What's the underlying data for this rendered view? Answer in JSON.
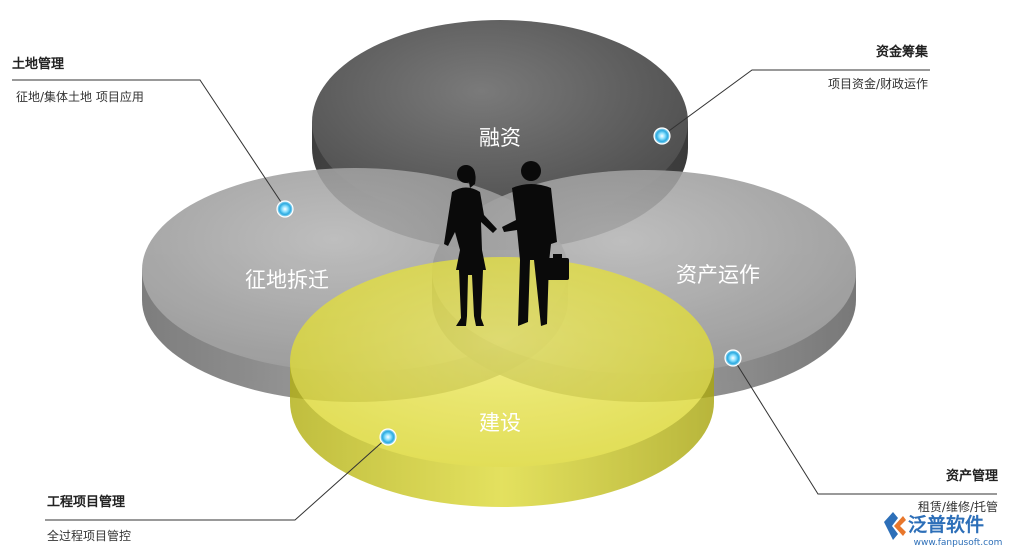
{
  "discs": {
    "finance": {
      "label": "融资"
    },
    "land": {
      "label": "征地拆迁"
    },
    "asset": {
      "label": "资产运作"
    },
    "build": {
      "label": "建设"
    }
  },
  "callouts": {
    "land_mgmt": {
      "title": "土地管理",
      "subtitle": "征地/集体土地  项目应用"
    },
    "fund_raise": {
      "title": "资金筹集",
      "subtitle": "项目资金/财政运作"
    },
    "project_mgmt": {
      "title": "工程项目管理",
      "subtitle": "全过程项目管控"
    },
    "asset_mgmt": {
      "title": "资产管理",
      "subtitle": "租赁/维修/托管"
    }
  },
  "logo": {
    "name": "泛普软件",
    "url": "www.fanpusoft.com"
  },
  "colors": {
    "finance_disc": "#5f5f5f",
    "side_discs": "#9a9a9a",
    "build_disc": "#e4e23a",
    "marker": "#49c4f0",
    "leader_line": "#333333",
    "logo_blue": "#2d6fb8"
  },
  "icons": [
    "handshake-silhouette-icon",
    "marker-dot-icon",
    "fanpu-logo-icon"
  ]
}
